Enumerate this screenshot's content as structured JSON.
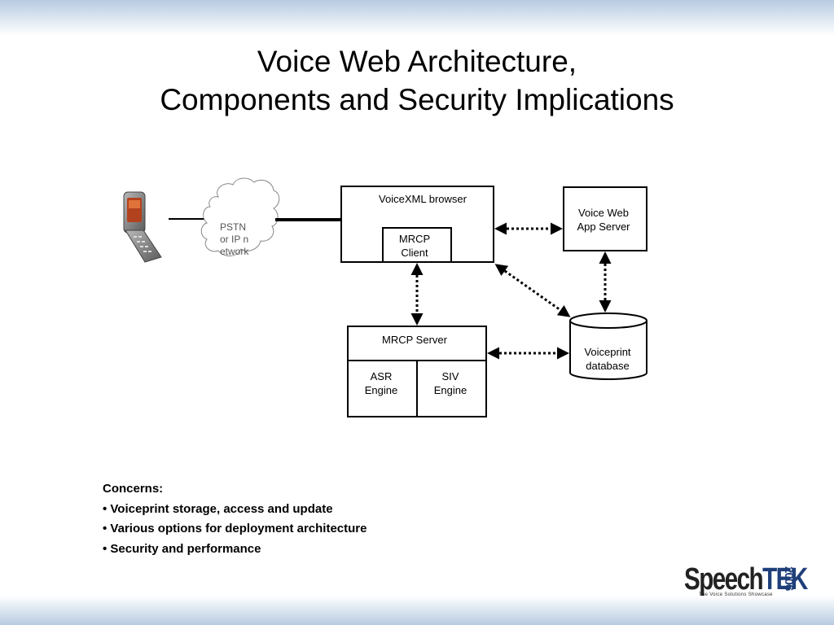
{
  "slide": {
    "title_line1": "Voice Web Architecture,",
    "title_line2": "Components and Security Implications"
  },
  "diagram": {
    "cloud_label": "PSTN or IP network",
    "voicexml_browser": "VoiceXML browser",
    "mrcp_client": "MRCP Client",
    "voice_web_app_server": "Voice Web App Server",
    "mrcp_server": "MRCP  Server",
    "asr_engine": "ASR Engine",
    "siv_engine": "SIV Engine",
    "voiceprint_database": "Voiceprint database",
    "phone_icon": "mobile-phone-icon"
  },
  "concerns": {
    "heading": "Concerns:",
    "items": [
      "• Voiceprint storage, access and update",
      "• Various options for deployment architecture",
      "• Security and performance"
    ]
  },
  "logo": {
    "brand_part1": "Speech",
    "brand_part2": "TEK",
    "year": "2006",
    "tagline": "The Voice Solutions Showcase"
  }
}
